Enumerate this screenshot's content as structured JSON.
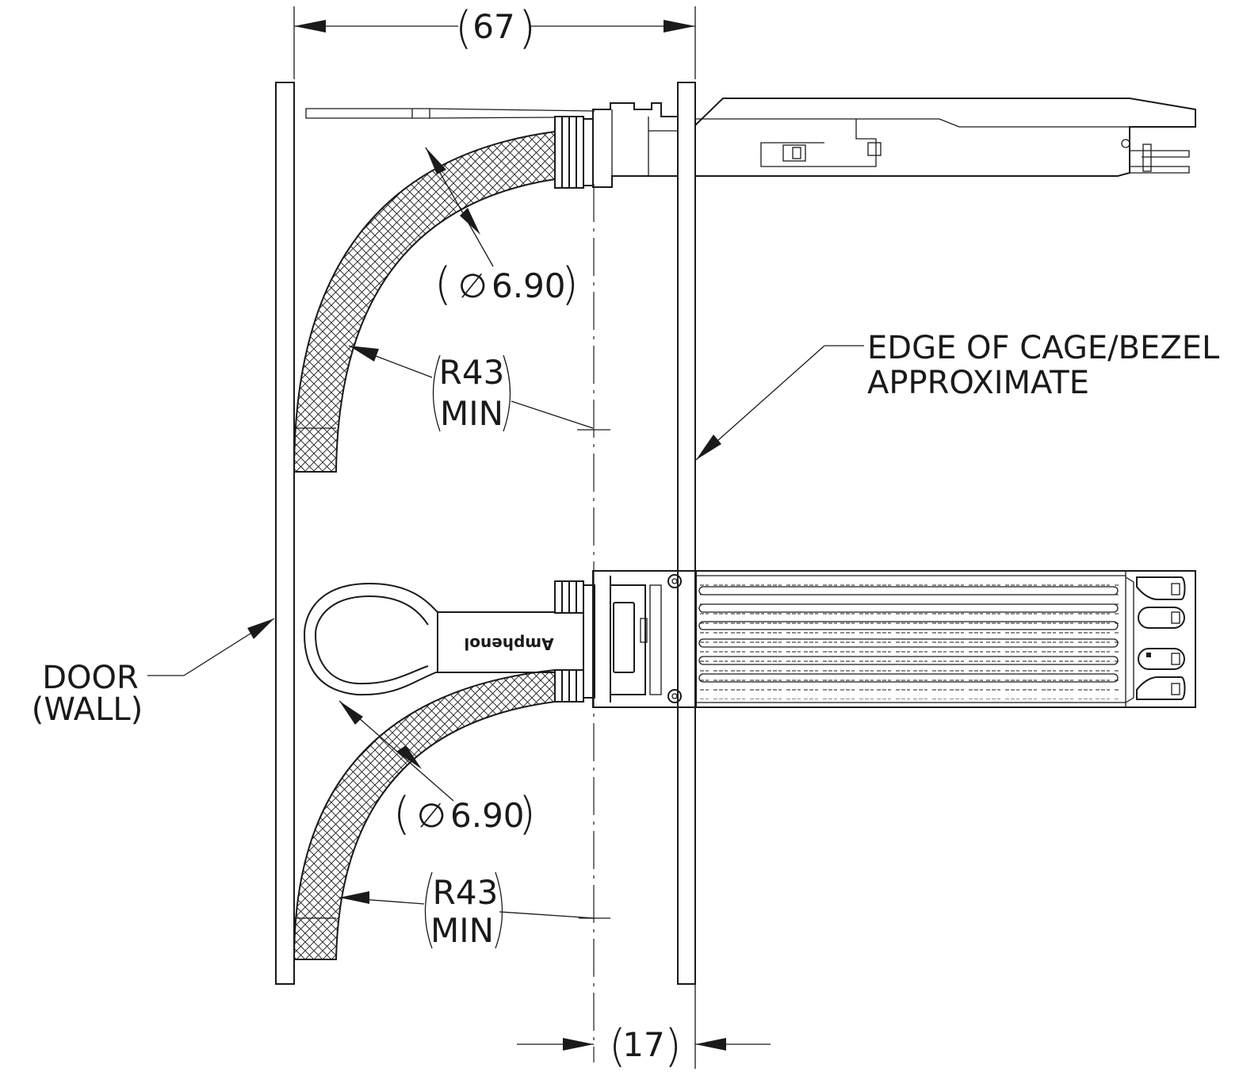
{
  "dimensions": {
    "overall_width": "67",
    "gap": "17",
    "cable_diameter_top": "6.90",
    "cable_diameter_bottom": "6.90",
    "diameter_symbol": "∅",
    "bend_radius_top": "R43",
    "bend_radius_top_qualifier": "MIN",
    "bend_radius_bottom": "R43",
    "bend_radius_bottom_qualifier": "MIN"
  },
  "labels": {
    "door_line1": "DOOR",
    "door_line2": "(WALL)",
    "edge_line1": "EDGE OF CAGE/BEZEL",
    "edge_line2": "APPROXIMATE"
  },
  "logo_text": "Amphenol",
  "colors": {
    "line": "#1a1a1a",
    "background": "#ffffff"
  }
}
